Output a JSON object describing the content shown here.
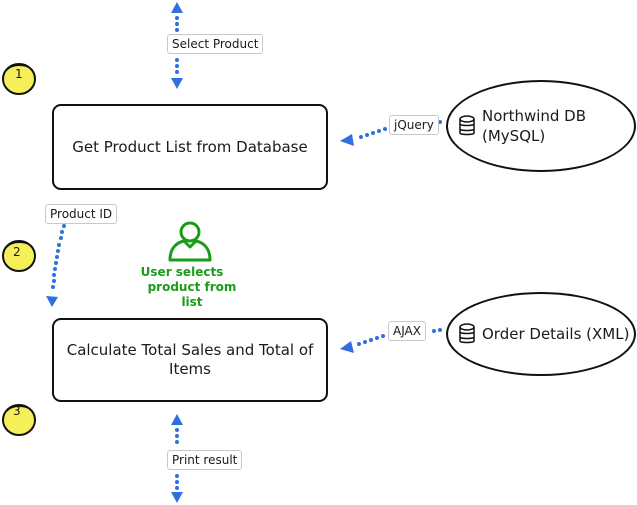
{
  "nodes": {
    "get_products": {
      "label": "Get Product List from Database"
    },
    "calc_sales": {
      "label": "Calculate Total Sales and Total of Items"
    },
    "northwind": {
      "line1": "Northwind DB",
      "line2": "(MySQL)"
    },
    "order_details": {
      "label": "Order Details (XML)"
    }
  },
  "edges": {
    "select_product": "Select Product",
    "product_id": "Product ID",
    "jquery": "jQuery",
    "ajax": "AJAX",
    "print_result": "Print result"
  },
  "steps": [
    "1",
    "2",
    "3"
  ],
  "user": {
    "caption_line1": "User selects",
    "caption_line2": "product from list",
    "icon": "user-icon"
  },
  "colors": {
    "arrow": "#2f6fe0",
    "step_fill": "#f5f05a",
    "user_green": "#1a9c1a"
  }
}
